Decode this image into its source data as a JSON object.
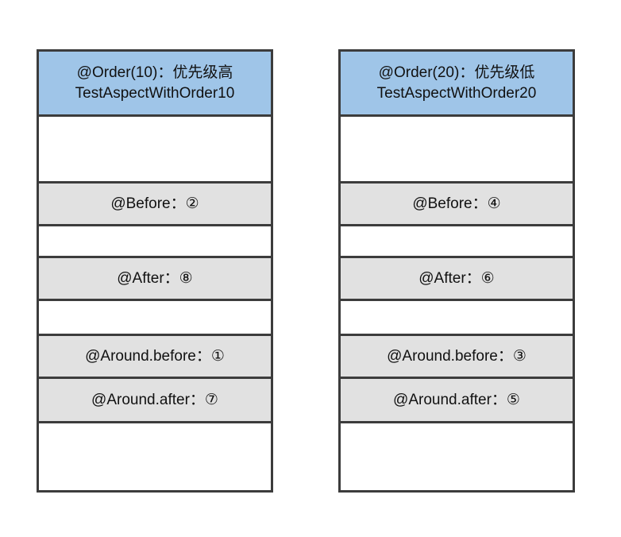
{
  "colors": {
    "header_bg": "#9FC5E8",
    "cell_bg": "#E1E1E1",
    "border": "#3C3C3C"
  },
  "tables": [
    {
      "header": {
        "line1": "@Order(10)：优先级高",
        "line2": "TestAspectWithOrder10"
      },
      "cells": {
        "before": "@Before：②",
        "after": "@After：⑧",
        "around_before": "@Around.before：①",
        "around_after": "@Around.after：⑦"
      }
    },
    {
      "header": {
        "line1": "@Order(20)：优先级低",
        "line2": "TestAspectWithOrder20"
      },
      "cells": {
        "before": "@Before：④",
        "after": "@After：⑥",
        "around_before": "@Around.before：③",
        "around_after": "@Around.after：⑤"
      }
    }
  ]
}
